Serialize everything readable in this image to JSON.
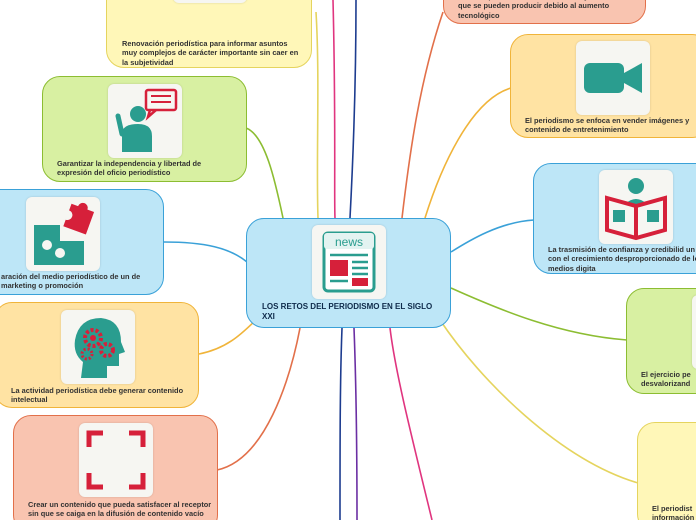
{
  "central": {
    "title": "LOS RETOS DEL PERIODISMO EN EL SIGLO XXI",
    "icon": "news-icon",
    "icon_text": "news"
  },
  "topics": [
    {
      "id": "renovacion",
      "text": "Renovación periodística para informar asuntos muy complejos de carácter importante sin caer en la subjetividad",
      "icon": "notepad-pen-icon",
      "fill": "#fff7b8",
      "border": "#e5d45e"
    },
    {
      "id": "independencia",
      "text": "Garantizar la independencia y libertad de expresión del oficio periodístico",
      "icon": "speaker-chat-icon",
      "fill": "#d8f0a2",
      "border": "#8cbd32"
    },
    {
      "id": "separacion",
      "text": "aración del medio periodístico de un de marketing o promoción",
      "icon": "puzzle-icon",
      "fill": "#bde6f7",
      "border": "#3aa1d8"
    },
    {
      "id": "intelectual",
      "text": "La actividad periodística debe generar contenido intelectual",
      "icon": "head-gears-icon",
      "fill": "#ffe3a3",
      "border": "#f0b43a"
    },
    {
      "id": "satisfacer",
      "text": "Crear un contenido que pueda satisfacer al receptor sin que se caiga en la difusión de contenido vacío",
      "icon": "frame-corners-icon",
      "fill": "#f9c4b0",
      "border": "#e2704a"
    },
    {
      "id": "valores",
      "text": "Se teme por los cambios culturales y de valores que se pueden producir debido al aumento tecnológico",
      "icon": "",
      "fill": "#f9c4b0",
      "border": "#e2704a"
    },
    {
      "id": "entretenimiento",
      "text": "El periodismo se enfoca en vender imágenes y contenido de entretenimiento",
      "icon": "video-camera-icon",
      "fill": "#ffe3a3",
      "border": "#f0b43a"
    },
    {
      "id": "confianza",
      "text": "La trasmisión de confianza y credibilid un reto con el crecimiento desproporcionado de los medios digita",
      "icon": "reader-book-icon",
      "fill": "#bde6f7",
      "border": "#3aa1d8"
    },
    {
      "id": "ejercicio",
      "text": "El ejercicio pe desvalorizand",
      "icon": "",
      "fill": "#d8f0a2",
      "border": "#8cbd32"
    },
    {
      "id": "informacion",
      "text": "El periodist información",
      "icon": "",
      "fill": "#fff7b8",
      "border": "#e5d45e"
    }
  ],
  "colors": {
    "green": "#8cbd32",
    "blue": "#3aa1d8",
    "orange": "#f0b43a",
    "red": "#e2704a",
    "yellow": "#e5d45e",
    "magenta": "#e0357f",
    "purple": "#6b2fa3",
    "navy": "#1d3c8f",
    "icon_red": "#d6203a",
    "icon_teal": "#2a9d8f"
  }
}
